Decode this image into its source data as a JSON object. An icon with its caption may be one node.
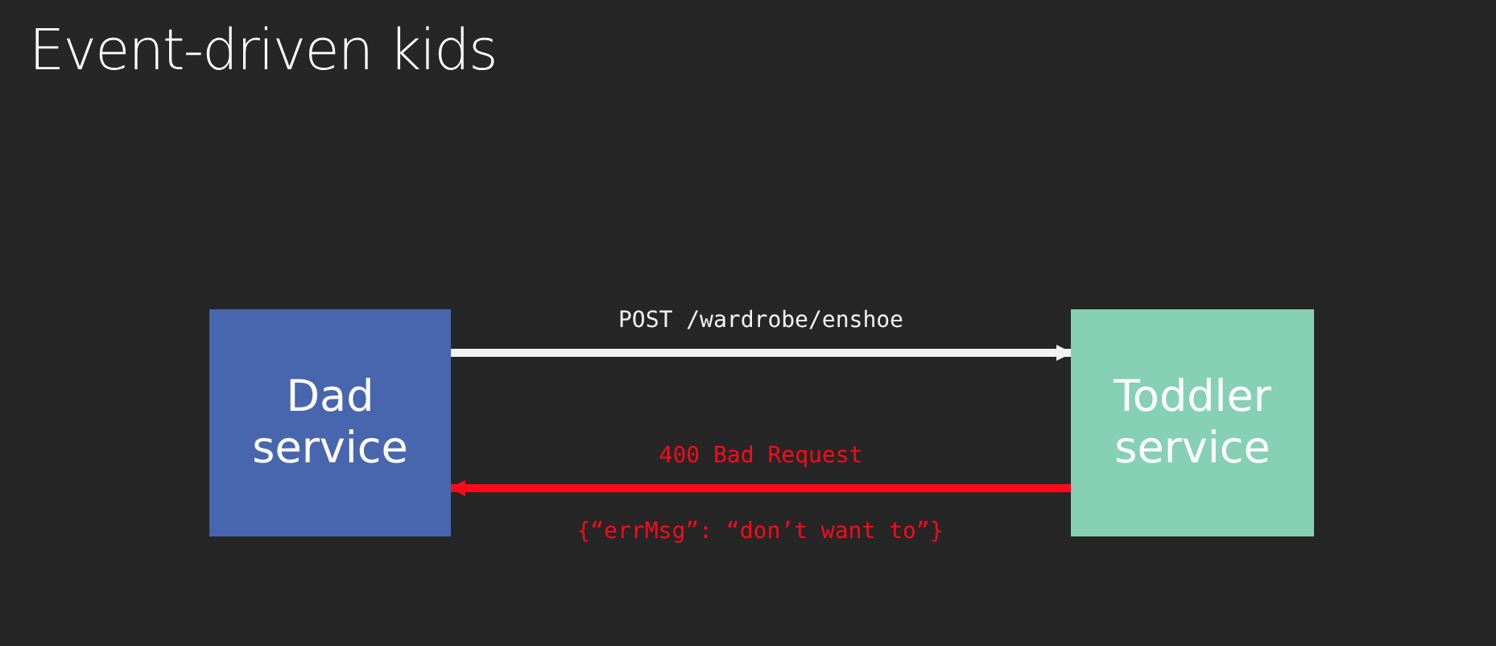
{
  "diagram": {
    "title": "Event-driven kids",
    "nodes": [
      {
        "text": [
          "Dad service"
        ]
      },
      {
        "text": [
          "Toddler service"
        ]
      }
    ],
    "edges": [
      {
        "from": 0,
        "to": 1,
        "arrow": "to",
        "label": "POST /wardrobe/enshoe"
      },
      {
        "from": 1,
        "to": 0,
        "arrow": "to",
        "label": "400 Bad Request",
        "color": "#ff0a1a"
      }
    ],
    "labels": [
      "{“errMsg”: “don’t want to”}"
    ]
  }
}
